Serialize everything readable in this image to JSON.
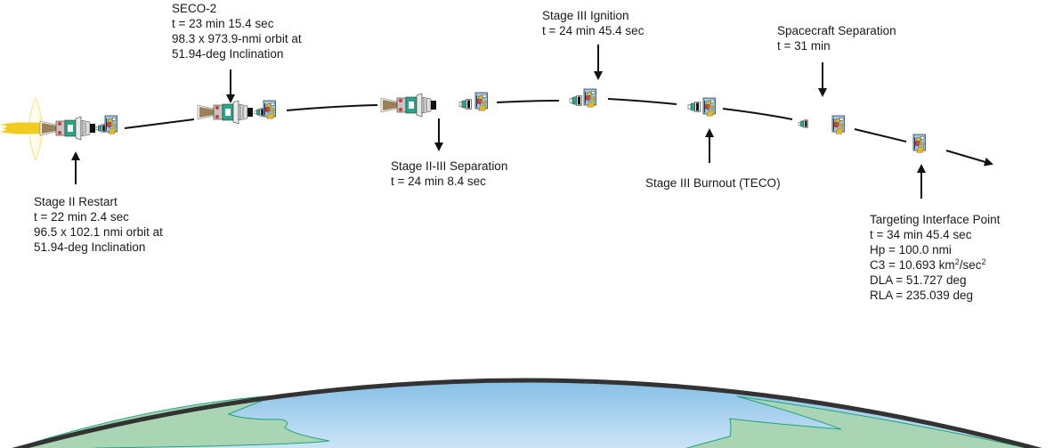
{
  "diagram": {
    "subject": "Launch vehicle upper-stage ascent sequence to spacecraft separation",
    "events": [
      {
        "id": "stage-ii-restart",
        "title": "Stage II Restart",
        "lines": [
          "t = 22 min 2.4 sec",
          "96.5 x 102.1 nmi orbit at",
          "51.94-deg Inclination"
        ]
      },
      {
        "id": "seco-2",
        "title": "SECO-2",
        "lines": [
          "t = 23 min 15.4 sec",
          "98.3 x 973.9-nmi orbit at",
          "51.94-deg Inclination"
        ]
      },
      {
        "id": "stage-ii-iii-separation",
        "title": "Stage II-III Separation",
        "lines": [
          "t = 24 min 8.4 sec"
        ]
      },
      {
        "id": "stage-iii-ignition",
        "title": "Stage III Ignition",
        "lines": [
          "t = 24 min 45.4 sec"
        ]
      },
      {
        "id": "stage-iii-burnout",
        "title": "Stage III Burnout (TECO)",
        "lines": []
      },
      {
        "id": "spacecraft-separation",
        "title": "Spacecraft Separation",
        "lines": [
          "t = 31 min"
        ]
      },
      {
        "id": "targeting-interface-point",
        "title": "Targeting Interface Point",
        "lines": [
          "t = 34 min 45.4 sec",
          "Hp = 100.0 nmi"
        ],
        "c3": {
          "prefix": "C3 = 10.693 km",
          "sup1": "2",
          "mid": "/sec",
          "sup2": "2"
        },
        "extra_lines": [
          "DLA = 51.727 deg",
          "RLA = 235.039 deg"
        ]
      }
    ],
    "colors": {
      "trajectory": "#111111",
      "earth_rim": "#333333",
      "ocean_top": "#8ec3e8",
      "ocean_bottom": "#d2e7f7",
      "land": "#a9d5b5",
      "coast": "#1fa37a",
      "plume": "#f2cc1f",
      "stage_body": "#2aa58a",
      "payload_panel": "#9cc9ea",
      "payload_accent": "#e8b818",
      "payload_red": "#e33b2b"
    }
  }
}
